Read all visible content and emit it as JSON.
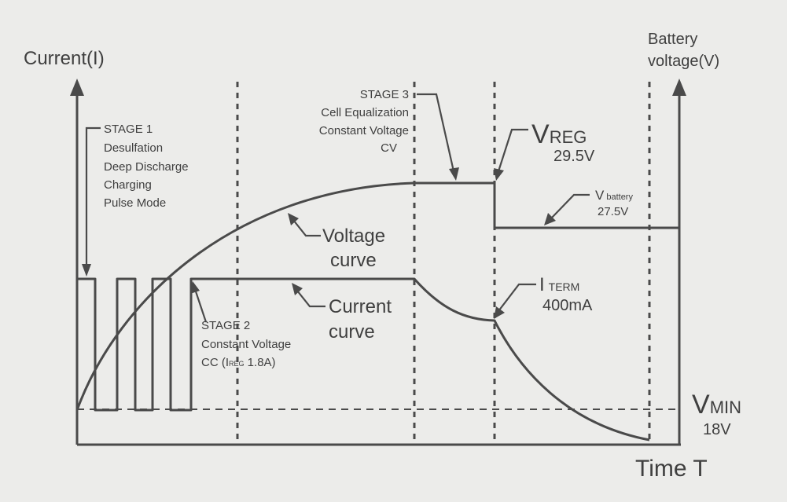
{
  "axes": {
    "y_left": "Current(I)",
    "y_right": [
      "Battery",
      "voltage(V)"
    ],
    "x": "Time T"
  },
  "stage1": [
    "STAGE 1",
    "Desulfation",
    "Deep Discharge",
    "Charging",
    "Pulse Mode"
  ],
  "stage2": {
    "line1": "STAGE 2",
    "line2": "Constant Voltage",
    "line3_prefix": "CC (I",
    "line3_sub": "REG",
    "line3_suffix": " 1.8A)"
  },
  "stage3": [
    "STAGE 3",
    "Cell Equalization",
    "Constant Voltage",
    "CV"
  ],
  "voltage_curve_label": [
    "Voltage",
    "curve"
  ],
  "current_curve_label": [
    "Current",
    "curve"
  ],
  "vreg": {
    "main": "V",
    "sub": "REG",
    "value": "29.5V"
  },
  "vbattery": {
    "main": "V",
    "sub": "battery",
    "value": "27.5V"
  },
  "iterm": {
    "main": "I",
    "sub": "TERM",
    "value": "400mA"
  },
  "vmin": {
    "main": "V",
    "sub": "MIN",
    "value": "18V"
  }
}
